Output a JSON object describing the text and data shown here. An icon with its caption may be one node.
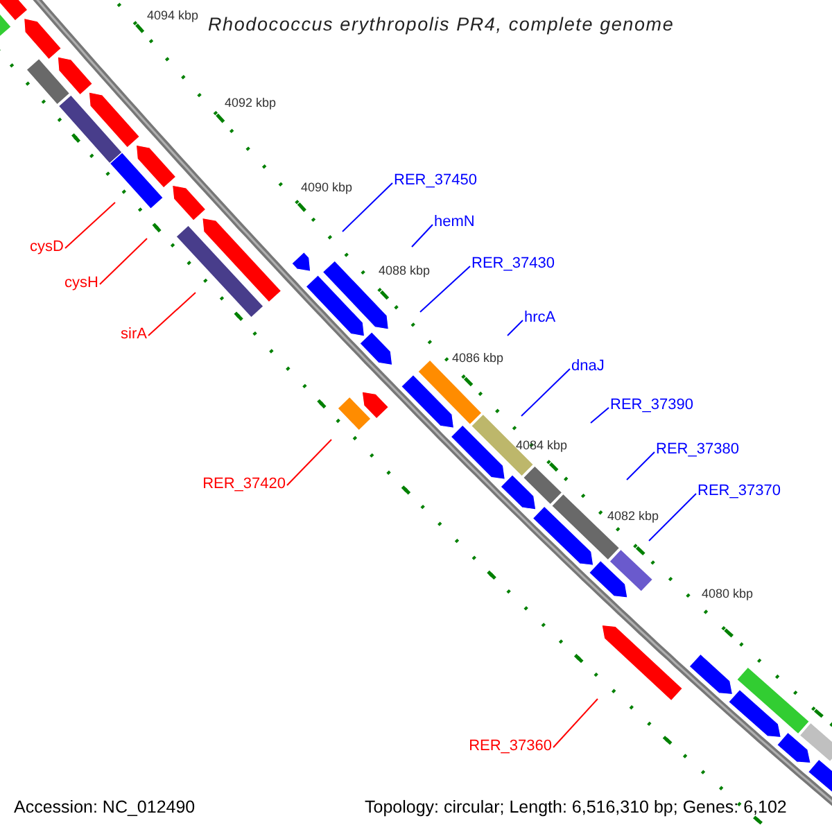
{
  "diagram": {
    "title": "Rhodococcus erythropolis PR4, complete genome",
    "nodes": [
      {
        "text": [
          "RER_37450"
        ]
      },
      {
        "text": [
          "hemN"
        ]
      },
      {
        "text": [
          "cysD"
        ]
      },
      {
        "text": [
          "RER_37430"
        ]
      },
      {
        "text": [
          "cysH"
        ]
      },
      {
        "text": [
          "hrcA"
        ]
      },
      {
        "text": [
          "sirA"
        ]
      },
      {
        "text": [
          "dnaJ"
        ]
      },
      {
        "text": [
          "RER_37390"
        ]
      },
      {
        "text": [
          "RER_37380"
        ]
      },
      {
        "text": [
          "RER_37420"
        ]
      },
      {
        "text": [
          "RER_37370"
        ]
      },
      {
        "text": [
          "RER_37360"
        ]
      }
    ],
    "edges": [
      {
        "from": 0,
        "to": null,
        "arrow": "none"
      },
      {
        "from": 1,
        "to": null,
        "arrow": "none"
      },
      {
        "from": 2,
        "to": null,
        "arrow": "none",
        "color": "#ff0000"
      },
      {
        "from": 3,
        "to": null,
        "arrow": "none"
      },
      {
        "from": 4,
        "to": null,
        "arrow": "none",
        "color": "#ff0000"
      },
      {
        "from": 5,
        "to": null,
        "arrow": "none"
      },
      {
        "from": 6,
        "to": null,
        "arrow": "none",
        "color": "#ff0000"
      },
      {
        "from": 7,
        "to": null,
        "arrow": "none"
      },
      {
        "from": 8,
        "to": null,
        "arrow": "none"
      },
      {
        "from": 9,
        "to": null,
        "arrow": "none"
      },
      {
        "from": 10,
        "to": null,
        "arrow": "none",
        "color": "#ff0000"
      },
      {
        "from": 11,
        "to": null,
        "arrow": "none"
      },
      {
        "from": 12,
        "to": null,
        "arrow": "none",
        "color": "#ff0000"
      }
    ],
    "labels": [
      "4094 kbp",
      "4092 kbp",
      "4090 kbp",
      "4088 kbp",
      "4086 kbp",
      "4084 kbp",
      "4082 kbp",
      "4080 kbp",
      "Accession: NC_012490",
      "Topology: circular; Length: 6,516,310 bp; Genes: 6,102"
    ]
  }
}
